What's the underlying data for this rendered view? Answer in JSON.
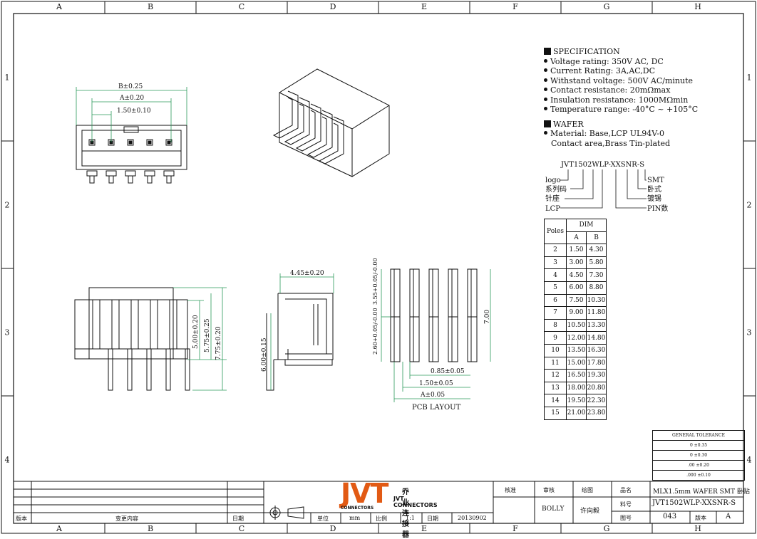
{
  "frame": {
    "columns": [
      "A",
      "B",
      "C",
      "D",
      "E",
      "F",
      "G",
      "H"
    ],
    "rows": [
      "1",
      "2",
      "3",
      "4"
    ]
  },
  "front_view": {
    "dims": [
      "B±0.25",
      "A±0.20",
      "1.50±0.10"
    ]
  },
  "side_front": {
    "dims": [
      "5.00±0.20",
      "5.75±0.25",
      "7.75±0.20"
    ]
  },
  "side_view": {
    "dims": [
      "4.45±0.20",
      "6.00±0.15"
    ]
  },
  "pcb_layout": {
    "title": "PCB LAYOUT",
    "dims": [
      "3.55+0.05/-0.00",
      "2.60+0.05/-0.00",
      "7.00",
      "0.85±0.05",
      "1.50±0.05",
      "A±0.05"
    ]
  },
  "specification": {
    "heading": "SPECIFICATION",
    "items": [
      "Voltage rating: 350V AC, DC",
      "Current Rating: 3A,AC,DC",
      "Withstand voltage: 500V AC/minute",
      "Contact resistance: 20mΩmax",
      "Insulation resistance: 1000MΩmin",
      "Temperature range: -40°C ~ +105°C"
    ],
    "wafer_heading": "WAFER",
    "wafer_items": [
      "Material: Base,LCP UL94V-0"
    ],
    "wafer_note": "Contact area,Brass Tin-plated"
  },
  "part_code": {
    "code": "JVT1502WLP-XXSNR-S",
    "left_labels": [
      "logo",
      "系列码",
      "针座",
      "LCP"
    ],
    "right_labels": [
      "SMT",
      "卧式",
      "镀锡",
      "PIN数"
    ]
  },
  "dim_table": {
    "col_poles": "Poles",
    "col_dim": "DIM",
    "col_a": "A",
    "col_b": "B",
    "rows": [
      [
        "2",
        "1.50",
        "4.30"
      ],
      [
        "3",
        "3.00",
        "5.80"
      ],
      [
        "4",
        "4.50",
        "7.30"
      ],
      [
        "5",
        "6.00",
        "8.80"
      ],
      [
        "6",
        "7.50",
        "10.30"
      ],
      [
        "7",
        "9.00",
        "11.80"
      ],
      [
        "8",
        "10.50",
        "13.30"
      ],
      [
        "9",
        "12.00",
        "14.80"
      ],
      [
        "10",
        "13.50",
        "16.30"
      ],
      [
        "11",
        "15.00",
        "17.80"
      ],
      [
        "12",
        "16.50",
        "19.30"
      ],
      [
        "13",
        "18.00",
        "20.80"
      ],
      [
        "14",
        "19.50",
        "22.30"
      ],
      [
        "15",
        "21.00",
        "23.80"
      ]
    ]
  },
  "tolerance": {
    "heading": "GENERAL TOLERANCE",
    "rows": [
      "0 ±0.35",
      "0 ±0.30",
      ".00 ±0.20",
      ".000 ±0.10"
    ]
  },
  "title_block": {
    "rev_labels": [
      "版本",
      "变更内容",
      "日期"
    ],
    "unit_label": "单位",
    "unit": "mm",
    "scale_label": "比例",
    "scale": "1:1",
    "date_label": "日期",
    "date": "20130902",
    "approve_label": "核准",
    "check_label": "审核",
    "draw_label": "绘图",
    "checker": "BOLLY",
    "drawer": "许向毅",
    "name_label": "品名",
    "name": "MLX1.5mm WAFER SMT 卧贴",
    "part_label": "料号",
    "part": "JVT1502WLP-XXSNR-S",
    "drawing_label": "图号",
    "drawing_no": "043",
    "version_label": "版本",
    "version": "A"
  },
  "logo": {
    "mark": "JVT",
    "sub": "CONNECTORS",
    "cn": "乔业连接器",
    "en": "JVT CONNECTORS"
  }
}
